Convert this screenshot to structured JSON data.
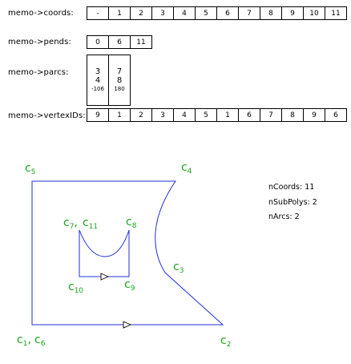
{
  "coords": {
    "label": "memo->coords:",
    "values": [
      "-",
      "1",
      "2",
      "3",
      "4",
      "5",
      "6",
      "7",
      "8",
      "9",
      "10",
      "11"
    ]
  },
  "pends": {
    "label": "memo->pends:",
    "values": [
      "0",
      "6",
      "11"
    ]
  },
  "parcs": {
    "label": "memo->parcs:",
    "cells": [
      {
        "a": "3",
        "b": "4",
        "angle": "-106"
      },
      {
        "a": "7",
        "b": "8",
        "angle": "180"
      }
    ]
  },
  "vertexIDs": {
    "label": "memo->vertexIDs:",
    "values": [
      "9",
      "1",
      "2",
      "3",
      "4",
      "5",
      "1",
      "6",
      "7",
      "8",
      "9",
      "6"
    ]
  },
  "info": {
    "nCoords": "nCoords: 11",
    "nSubPolys": "nSubPolys: 2",
    "nArcs": "nArcs: 2"
  },
  "vertex_labels": {
    "c5": {
      "base": "c",
      "sub": "5"
    },
    "c4": {
      "base": "c",
      "sub": "4"
    },
    "c7": {
      "base": "c",
      "sub": "7"
    },
    "c11": {
      "base": "c",
      "sub": "11"
    },
    "c8": {
      "base": "c",
      "sub": "8"
    },
    "c3": {
      "base": "c",
      "sub": "3"
    },
    "c10": {
      "base": "c",
      "sub": "10"
    },
    "c9": {
      "base": "c",
      "sub": "9"
    },
    "c1": {
      "base": "c",
      "sub": "1"
    },
    "c6": {
      "base": "c",
      "sub": "6"
    },
    "c2": {
      "base": "c",
      "sub": "2"
    }
  },
  "colors": {
    "polygon": "#1f2fd6",
    "labels": "#1aa51a"
  }
}
